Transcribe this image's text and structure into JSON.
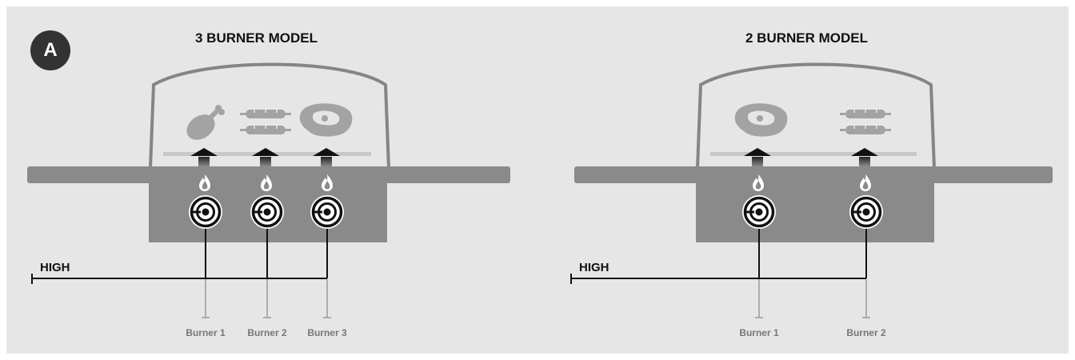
{
  "badge": "A",
  "models": [
    {
      "title": "3 BURNER MODEL",
      "level_label": "HIGH",
      "burners": [
        {
          "label": "Burner 1",
          "food": "drumstick-icon"
        },
        {
          "label": "Burner 2",
          "food": "sausages-icon"
        },
        {
          "label": "Burner 3",
          "food": "steak-icon"
        }
      ]
    },
    {
      "title": "2 BURNER MODEL",
      "level_label": "HIGH",
      "burners": [
        {
          "label": "Burner 1",
          "food": "steak-icon"
        },
        {
          "label": "Burner 2",
          "food": "sausages-icon"
        }
      ]
    }
  ],
  "colors": {
    "panel": "#e6e6e6",
    "grill_body": "#8a8a8b",
    "lid_outline": "#858585",
    "food": "#a3a3a4",
    "grate": "#c8c8c8",
    "knob_ring": "#111111",
    "line": "#111111",
    "stem": "#9a9a9a"
  }
}
